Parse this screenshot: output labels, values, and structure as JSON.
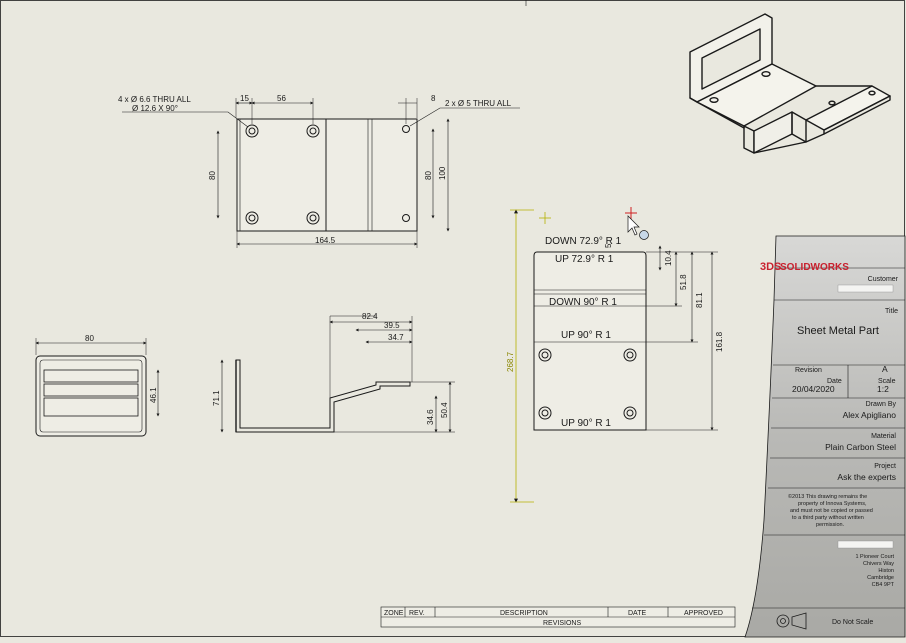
{
  "front_view": {
    "hole_callout_1": "4 x Ø 6.6 THRU ALL",
    "hole_callout_1b": "Ø 12.6 X 90°",
    "hole_callout_2": "2 x Ø 5 THRU ALL",
    "dim_15": "15",
    "dim_56": "56",
    "dim_8": "8",
    "dim_80_left": "80",
    "dim_80_right": "80",
    "dim_100": "100",
    "dim_164_5": "164.5"
  },
  "left_view": {
    "dim_80": "80",
    "dim_46_1": "46.1"
  },
  "section_view": {
    "dim_82_4": "82.4",
    "dim_39_5": "39.5",
    "dim_34_7": "34.7",
    "dim_71_1": "71.1",
    "dim_34_6": "34.6",
    "dim_50_4": "50.4"
  },
  "flat_pattern": {
    "bend_1": "DOWN  72.9°  R 1",
    "bend_2": "UP  72.9°  R 1",
    "bend_3": "DOWN  90°  R 1",
    "bend_4": "UP  90°  R 1",
    "bend_5": "UP  90°  R 1",
    "dim_5": "5",
    "dim_10_4": "10.4",
    "dim_51_8": "51.8",
    "dim_81_1": "81.1",
    "dim_161_8": "161.8",
    "dim_268_7": "268.7"
  },
  "title_block": {
    "logo_ds": "3DS",
    "logo_text": "SOLIDWORKS",
    "customer_label": "Customer",
    "title_label": "Title",
    "title_value": "Sheet Metal Part",
    "revision_label": "Revision",
    "revision_value": "A",
    "date_label": "Date",
    "date_value": "20/04/2020",
    "scale_label": "Scale",
    "scale_value": "1:2",
    "drawn_by_label": "Drawn By",
    "drawn_by_value": "Alex Apigliano",
    "material_label": "Material",
    "material_value": "Plain Carbon Steel",
    "project_label": "Project",
    "project_value": "Ask the experts",
    "copyright_1": "©2013 This drawing remains the",
    "copyright_2": "property of Innova Systems,",
    "copyright_3": "and must not be copied or passed",
    "copyright_4": "to a third party without written",
    "copyright_5": "permission.",
    "address_1": "1 Pioneer Court",
    "address_2": "Chivers Way",
    "address_3": "Histon",
    "address_4": "Cambridge",
    "address_5": "CB4 9PT",
    "do_not_scale": "Do Not Scale"
  },
  "revisions_table": {
    "col_zone": "ZONE",
    "col_rev": "REV.",
    "col_description": "DESCRIPTION",
    "col_date": "DATE",
    "col_approved": "APPROVED",
    "caption": "REVISIONS"
  },
  "colors": {
    "paper": "#e9e8df",
    "line": "#1a1a1a",
    "highlight_dim": "#b5b000",
    "cursor_accent": "#d02020",
    "title_block_grey": "#8c8c8c"
  }
}
